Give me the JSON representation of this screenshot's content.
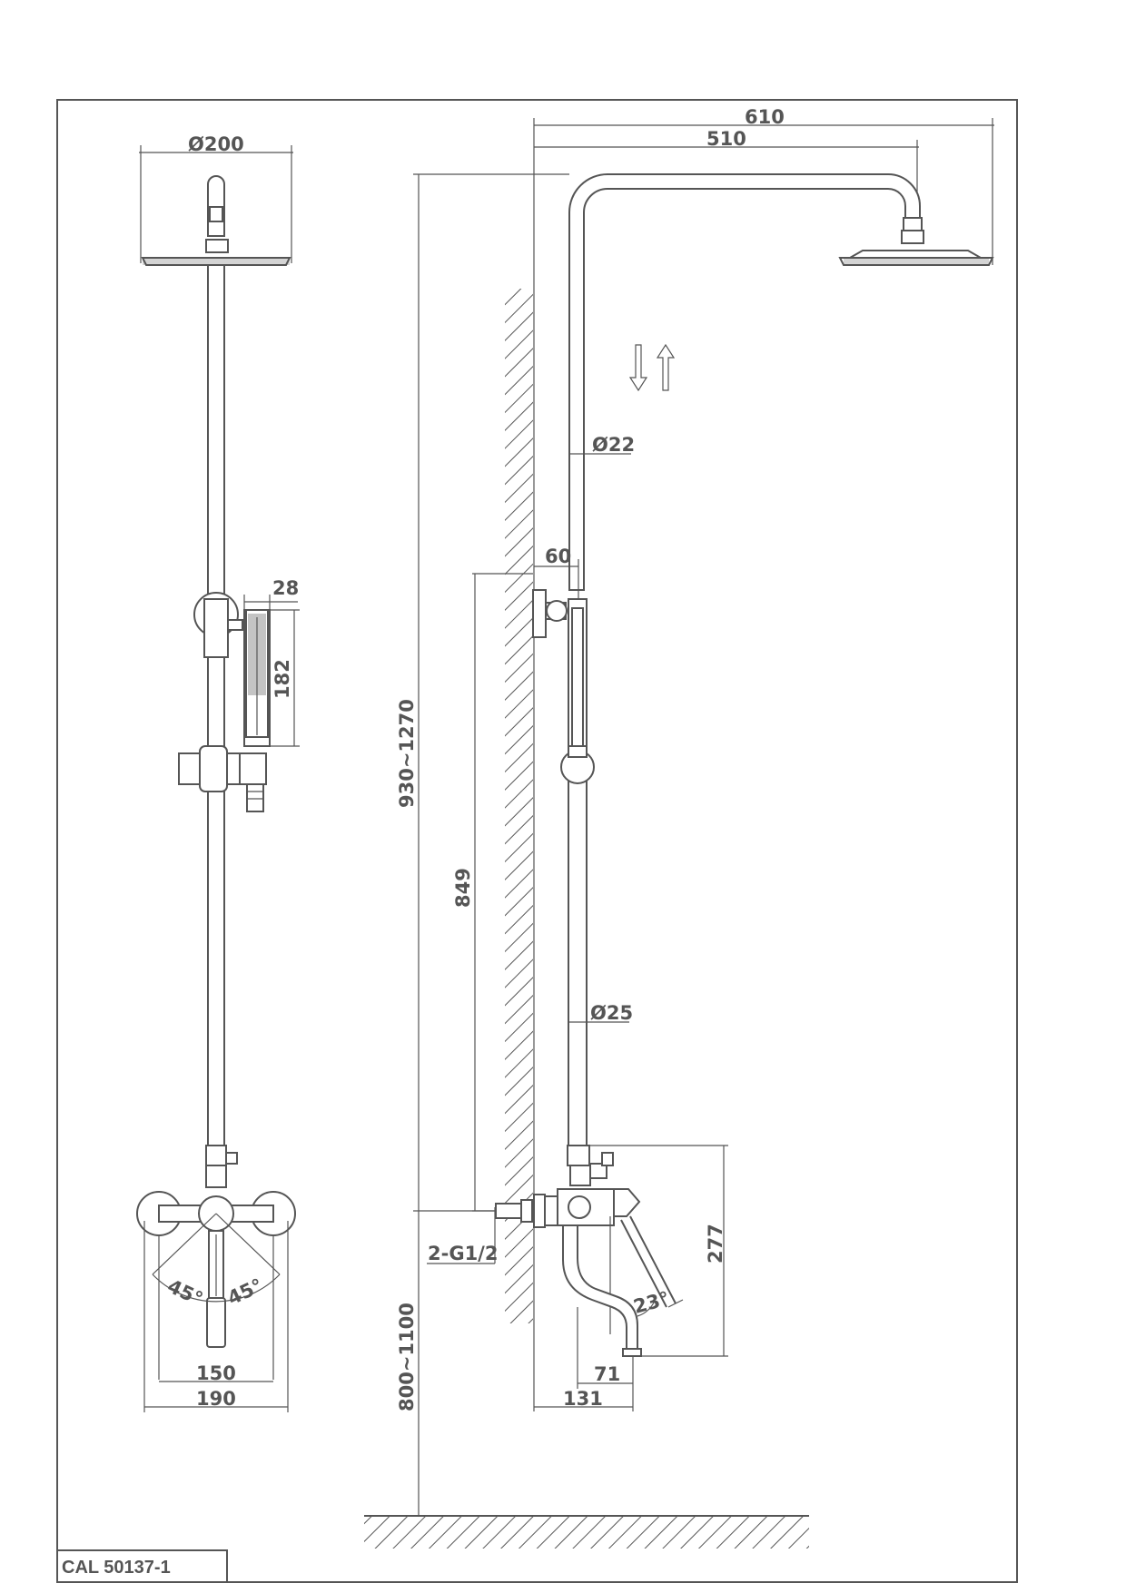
{
  "drawing": {
    "code": "CAL 50137-1",
    "front_view": {
      "head_diameter": "Ø200",
      "handshower_width": "28",
      "handshower_length": "182",
      "handle_angle_left": "45°",
      "handle_angle_right": "45°",
      "inlet_spacing": "150",
      "mixer_width": "190"
    },
    "side_view": {
      "arm_length_total": "610",
      "arm_length": "510",
      "upper_pipe_diameter": "Ø22",
      "lower_pipe_diameter": "Ø25",
      "wall_offset": "60",
      "bracket_to_inlet": "849",
      "adjustable_height": "930~1270",
      "mixer_height": "800~1100",
      "connection": "2-G1/2",
      "spout_height": "277",
      "handle_angle": "23°",
      "spout_reach": "71",
      "mixer_depth": "131"
    }
  }
}
